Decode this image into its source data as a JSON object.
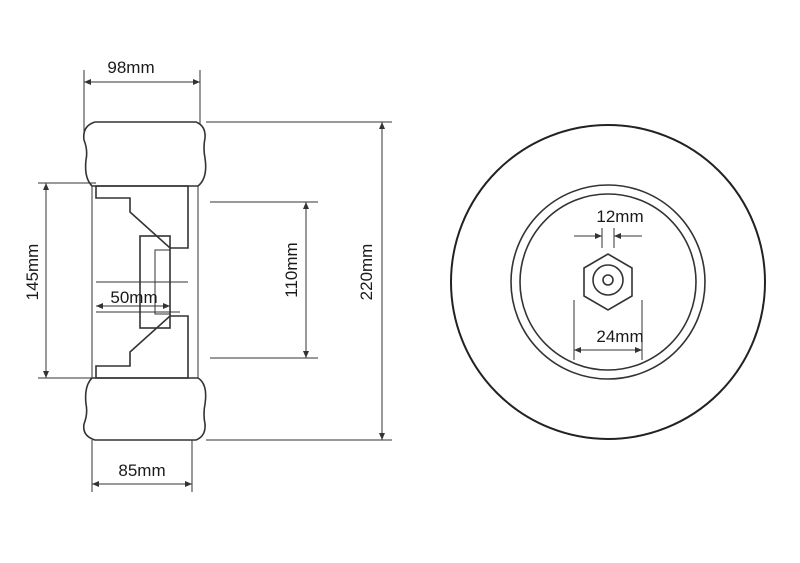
{
  "dimensions": {
    "hub_width": "98mm",
    "inner_diameter": "145mm",
    "bore_width": "50mm",
    "inner_flange": "110mm",
    "outer_diameter": "220mm",
    "tread_width": "85mm",
    "axle_bore": "12mm",
    "hex_size": "24mm"
  },
  "colors": {
    "line": "#333333",
    "hatch": "#555555",
    "background": "#ffffff"
  }
}
